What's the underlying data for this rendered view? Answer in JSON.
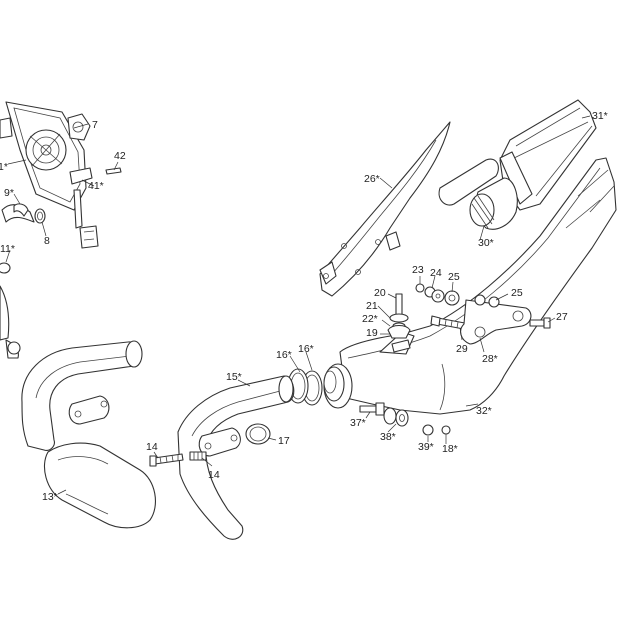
{
  "labels": {
    "l7": "7",
    "l1": "1*",
    "l42": "42",
    "l41": "41*",
    "l9": "9*",
    "l8": "8",
    "l11": "11*",
    "l26": "26*",
    "l31": "31*",
    "l30": "30*",
    "l23": "23",
    "l24": "24",
    "l25a": "25",
    "l25b": "25",
    "l20": "20",
    "l21": "21",
    "l22": "22*",
    "l19": "19",
    "l27": "27",
    "l29": "29",
    "l28": "28*",
    "l16a": "16*",
    "l16b": "16*",
    "l15": "15*",
    "l17": "17",
    "l37": "37*",
    "l38": "38*",
    "l39": "39*",
    "l18": "18*",
    "l32": "32*",
    "l14a": "14",
    "l14b": "14",
    "l13": "13*"
  }
}
